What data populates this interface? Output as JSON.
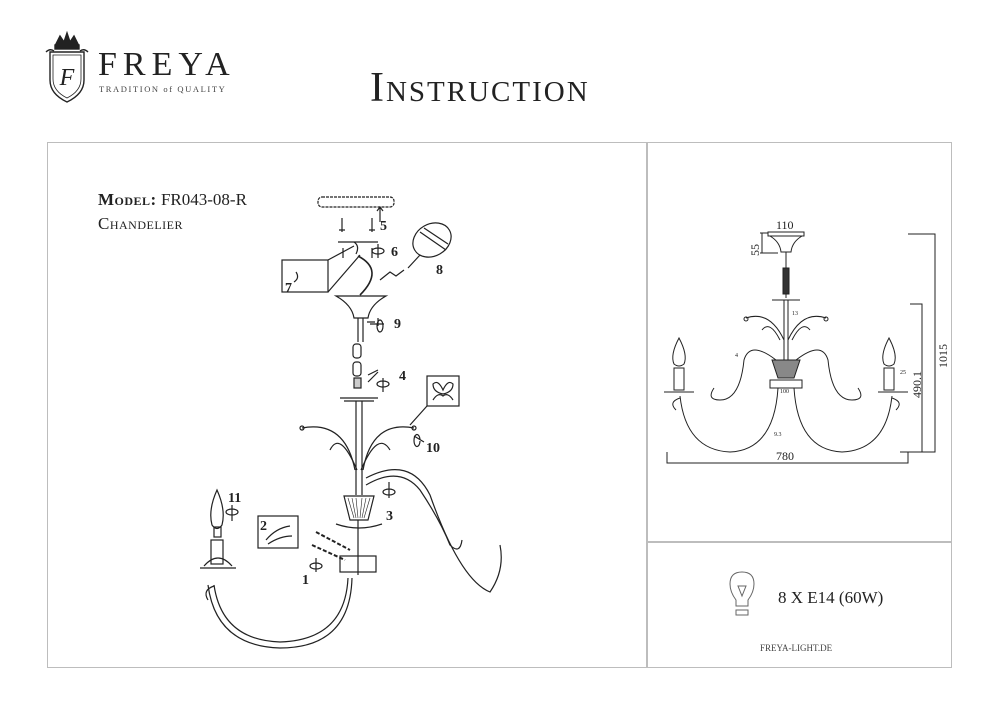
{
  "header": {
    "brand": "FREYA",
    "tagline": "TRADITION of QUALITY",
    "logo_icon": "crowned-shield-f-icon",
    "title": "Instruction"
  },
  "product": {
    "model_label": "Model:",
    "model_value": "FR043-08-R",
    "type": "Chandelier"
  },
  "assembly_steps": [
    "1",
    "2",
    "3",
    "4",
    "5",
    "6",
    "7",
    "8",
    "9",
    "10",
    "11"
  ],
  "dimensions": {
    "canopy_width": "110",
    "canopy_height": "55",
    "total_height": "1015",
    "body_height": "490.1",
    "total_width": "780",
    "stem_diameter": "13",
    "cup_width": "100",
    "candle_width": "25",
    "arm_small": "4",
    "arm_large": "9.3"
  },
  "specs": {
    "bulb_icon": "light-bulb-icon",
    "bulbs": "8 X E14 (60W)",
    "website": "FREYA-LIGHT.DE"
  }
}
